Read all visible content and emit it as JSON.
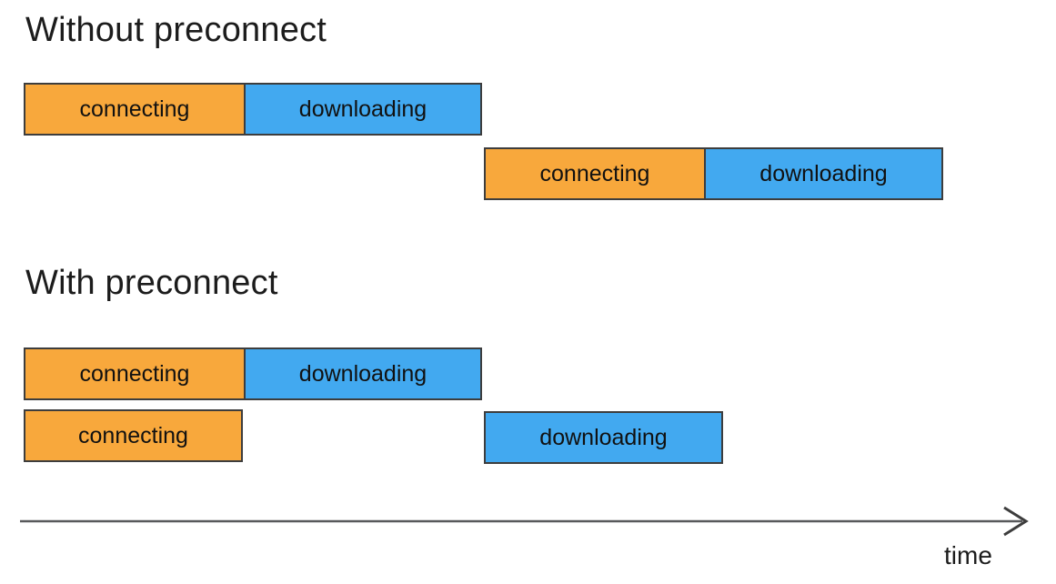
{
  "colors": {
    "connecting": "#F8A83C",
    "downloading": "#42A9F0",
    "bar_border": "#3D3D3D",
    "arrow": "#58595B",
    "heading_text": "#1C1C1C",
    "bar_text": "#111111"
  },
  "sections": [
    {
      "heading": "Without preconnect",
      "rows": [
        {
          "segments": [
            {
              "type": "connecting",
              "label": "connecting"
            },
            {
              "type": "downloading",
              "label": "downloading"
            }
          ]
        },
        {
          "segments": [
            {
              "type": "connecting",
              "label": "connecting"
            },
            {
              "type": "downloading",
              "label": "downloading"
            }
          ]
        }
      ]
    },
    {
      "heading": "With preconnect",
      "rows": [
        {
          "segments": [
            {
              "type": "connecting",
              "label": "connecting"
            },
            {
              "type": "downloading",
              "label": "downloading"
            }
          ]
        },
        {
          "segments": [
            {
              "type": "connecting",
              "label": "connecting"
            },
            {
              "type": "downloading",
              "label": "downloading"
            }
          ]
        }
      ]
    }
  ],
  "axis": {
    "label": "time"
  }
}
